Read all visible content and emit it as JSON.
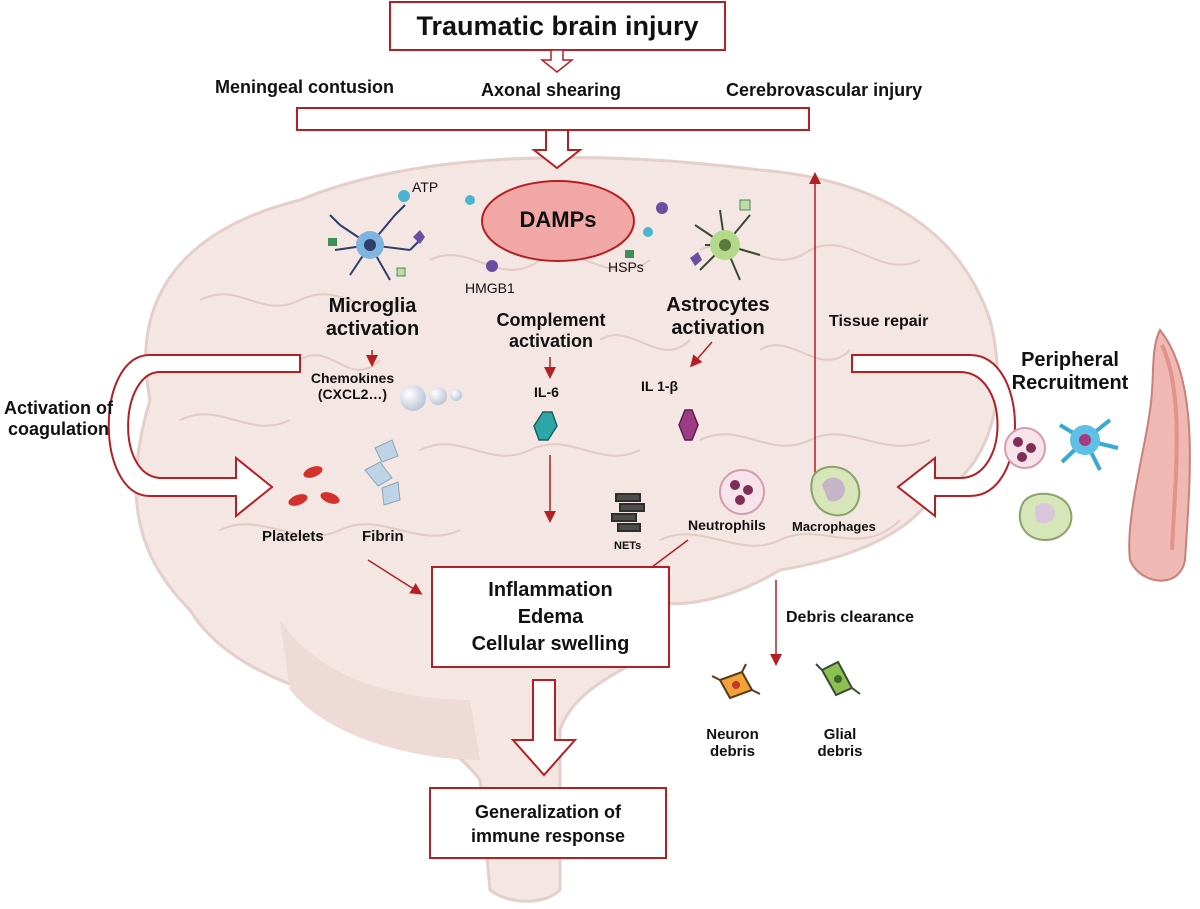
{
  "title": "Traumatic brain injury",
  "injury_types": [
    "Meningeal contusion",
    "Axonal shearing",
    "Cerebrovascular injury"
  ],
  "damps": {
    "label": "DAMPs",
    "atp": "ATP",
    "hmgb1": "HMGB1",
    "hsps": "HSPs"
  },
  "microglia": {
    "line1": "Microglia",
    "line2": "activation"
  },
  "complement": {
    "line1": "Complement",
    "line2": "activation"
  },
  "astrocytes": {
    "line1": "Astrocytes",
    "line2": "activation"
  },
  "chemokines": {
    "line1": "Chemokines",
    "line2": "(CXCL2…)"
  },
  "il6": "IL-6",
  "il1b": "IL 1-β",
  "coagulation": {
    "line1": "Activation of",
    "line2": "coagulation"
  },
  "platelets": "Platelets",
  "fibrin": "Fibrin",
  "nets": "NETs",
  "neutrophils": "Neutrophils",
  "macrophages": "Macrophages",
  "tissue_repair": "Tissue repair",
  "peripheral": {
    "line1": "Peripheral",
    "line2": "Recruitment"
  },
  "inflammation_box": {
    "line1": "Inflammation",
    "line2": "Edema",
    "line3": "Cellular swelling"
  },
  "debris_clearance": "Debris clearance",
  "neuron_debris": {
    "line1": "Neuron",
    "line2": "debris"
  },
  "glial_debris": {
    "line1": "Glial",
    "line2": "debris"
  },
  "generalization_box": {
    "line1": "Generalization of",
    "line2": "immune response"
  },
  "colors": {
    "accent": "#b51f24",
    "brain": "#f4e6e3",
    "damps_fill": "#f1a7a6"
  }
}
